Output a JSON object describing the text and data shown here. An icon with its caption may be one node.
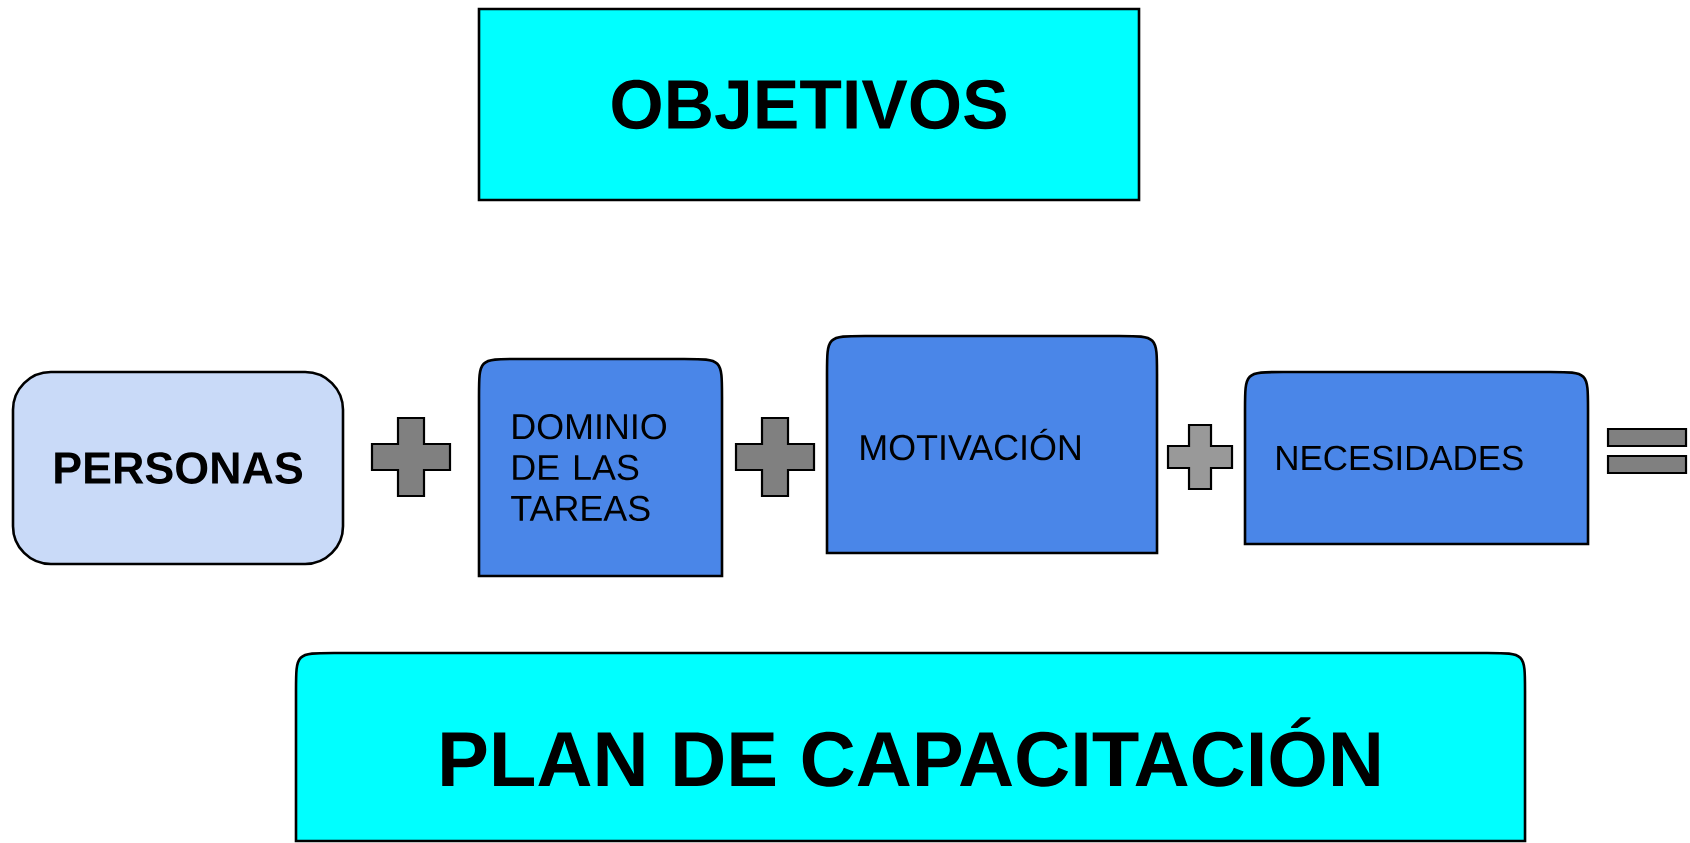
{
  "diagram": {
    "nodes": [
      {
        "text": [
          "OBJETIVOS"
        ]
      },
      {
        "text": [
          "PERSONAS"
        ]
      },
      {
        "text": [],
        "shape": "plus"
      },
      {
        "text": [
          "DOMINIO DE LAS TAREAS"
        ]
      },
      {
        "text": [],
        "shape": "plus"
      },
      {
        "text": [
          "MOTIVACIÓN"
        ]
      },
      {
        "text": [],
        "shape": "plus"
      },
      {
        "text": [
          "NECESIDADES"
        ]
      },
      {
        "text": [],
        "shape": "equals"
      },
      {
        "text": [
          "PLAN DE CAPACITACIÓN"
        ]
      }
    ]
  }
}
